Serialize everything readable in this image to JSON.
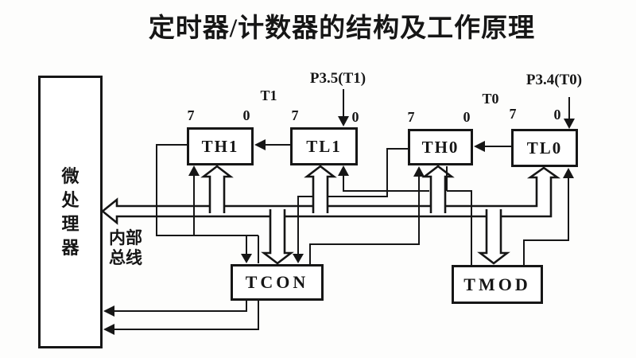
{
  "title": "定时器/计数器的结构及工作原理",
  "cpu": {
    "label": "微处理器"
  },
  "bus": {
    "label": "内部总线"
  },
  "registers": {
    "th1": {
      "label": "TH1",
      "bit_high": "7",
      "bit_low": "0"
    },
    "tl1": {
      "label": "TL1",
      "bit_high": "7",
      "bit_low": "0"
    },
    "th0": {
      "label": "TH0",
      "bit_high": "7",
      "bit_low": "0"
    },
    "tl0": {
      "label": "TL0",
      "bit_high": "7",
      "bit_low": "0"
    }
  },
  "control_registers": {
    "tcon": {
      "label": "TCON"
    },
    "tmod": {
      "label": "TMOD"
    }
  },
  "pins": {
    "t1": {
      "label": "T1",
      "pin": "P3.5(T1)"
    },
    "t0": {
      "label": "T0",
      "pin": "P3.4(T0)"
    }
  },
  "colors": {
    "ink": "#161616",
    "background": "#ffffff"
  }
}
